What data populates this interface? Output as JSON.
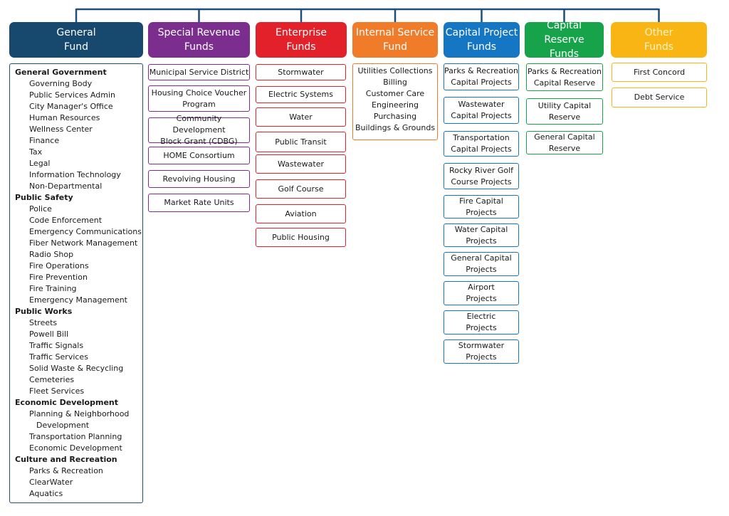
{
  "colors": {
    "general": "#17496e",
    "special_revenue": "#7b2e8e",
    "enterprise": "#e2212a",
    "internal_service": "#f07c2a",
    "capital_project": "#1577c4",
    "capital_reserve": "#16a34a",
    "other": "#f9b514",
    "connector": "#1f4e79"
  },
  "columns": [
    {
      "id": "general",
      "title": "General\nFund",
      "color": "#17496e"
    },
    {
      "id": "special_revenue",
      "title": "Special Revenue\nFunds",
      "color": "#7b2e8e"
    },
    {
      "id": "enterprise",
      "title": "Enterprise\nFunds",
      "color": "#e2212a"
    },
    {
      "id": "internal_service",
      "title": "Internal Service\nFund",
      "color": "#f07c2a"
    },
    {
      "id": "capital_project",
      "title": "Capital Project\nFunds",
      "color": "#1577c4"
    },
    {
      "id": "capital_reserve",
      "title": "Capital Reserve\nFunds",
      "color": "#16a34a"
    },
    {
      "id": "other",
      "title": "Other\nFunds",
      "color": "#f9b514"
    }
  ],
  "general_fund": [
    {
      "label": "General Government",
      "level": 0
    },
    {
      "label": "Governing Body",
      "level": 1
    },
    {
      "label": "Public Services Admin",
      "level": 1
    },
    {
      "label": "City Manager's Office",
      "level": 1
    },
    {
      "label": "Human Resources",
      "level": 1
    },
    {
      "label": "Wellness Center",
      "level": 1
    },
    {
      "label": "Finance",
      "level": 1
    },
    {
      "label": "Tax",
      "level": 1
    },
    {
      "label": "Legal",
      "level": 1
    },
    {
      "label": "Information Technology",
      "level": 1
    },
    {
      "label": "Non-Departmental",
      "level": 1
    },
    {
      "label": "Public Safety",
      "level": 0
    },
    {
      "label": "Police",
      "level": 1
    },
    {
      "label": "Code Enforcement",
      "level": 1
    },
    {
      "label": "Emergency Communications",
      "level": 1
    },
    {
      "label": "Fiber Network Management",
      "level": 1
    },
    {
      "label": "Radio Shop",
      "level": 1
    },
    {
      "label": "Fire Operations",
      "level": 1
    },
    {
      "label": "Fire Prevention",
      "level": 1
    },
    {
      "label": "Fire Training",
      "level": 1
    },
    {
      "label": "Emergency Management",
      "level": 1
    },
    {
      "label": "Public Works",
      "level": 0
    },
    {
      "label": "Streets",
      "level": 1
    },
    {
      "label": "Powell Bill",
      "level": 1
    },
    {
      "label": "Traffic Signals",
      "level": 1
    },
    {
      "label": "Traffic Services",
      "level": 1
    },
    {
      "label": "Solid Waste & Recycling",
      "level": 1
    },
    {
      "label": "Cemeteries",
      "level": 1
    },
    {
      "label": "Fleet Services",
      "level": 1
    },
    {
      "label": "Economic Development",
      "level": 0
    },
    {
      "label": "Planning & Neighborhood",
      "level": 1
    },
    {
      "label": "Development",
      "level": 2
    },
    {
      "label": "Transportation Planning",
      "level": 1
    },
    {
      "label": "Economic Development",
      "level": 1
    },
    {
      "label": "Culture and Recreation",
      "level": 0
    },
    {
      "label": "Parks & Recreation",
      "level": 1
    },
    {
      "label": "ClearWater",
      "level": 1
    },
    {
      "label": "Aquatics",
      "level": 1
    }
  ],
  "special_revenue": [
    "Municipal Service District",
    "Housing Choice Voucher\nProgram",
    "Community Development\nBlock Grant (CDBG)",
    "HOME Consortium",
    "Revolving Housing",
    "Market Rate Units"
  ],
  "enterprise": [
    "Stormwater",
    "Electric Systems",
    "Water",
    "Public Transit",
    "Wastewater",
    "Golf Course",
    "Aviation",
    "Public Housing"
  ],
  "internal_service": [
    "Utilities Collections",
    "Billing",
    "Customer Care",
    "Engineering",
    "Purchasing",
    "Buildings & Grounds"
  ],
  "capital_project": [
    "Parks & Recreation\nCapital Projects",
    "Wastewater\nCapital Projects",
    "Transportation\nCapital Projects",
    "Rocky River Golf\nCourse Projects",
    "Fire Capital\nProjects",
    "Water Capital\nProjects",
    "General Capital\nProjects",
    "Airport\nProjects",
    "Electric\nProjects",
    "Stormwater\nProjects"
  ],
  "capital_reserve": [
    "Parks & Recreation\nCapital Reserve",
    "Utility  Capital\nReserve",
    "General Capital\nReserve"
  ],
  "other": [
    "First Concord",
    "Debt Service"
  ]
}
